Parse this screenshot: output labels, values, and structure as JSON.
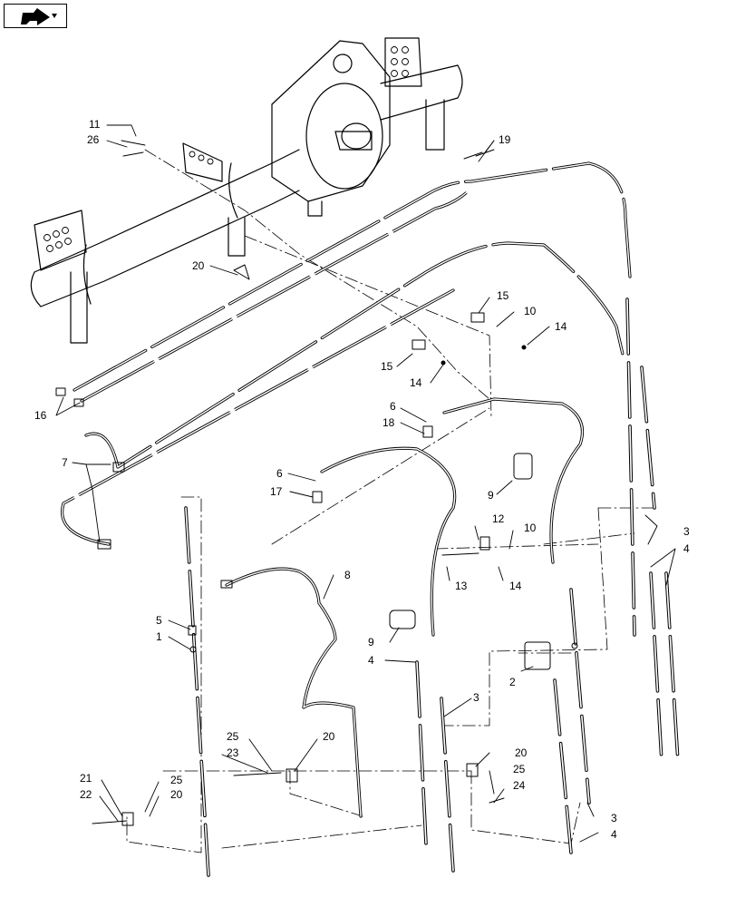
{
  "nav": {
    "icon": "return-arrow-icon"
  },
  "callouts": {
    "c1": "1",
    "c2": "2",
    "c3a": "3",
    "c3b": "3",
    "c3c": "3",
    "c4a": "4",
    "c4b": "4",
    "c4c": "4",
    "c5": "5",
    "c6a": "6",
    "c6b": "6",
    "c7": "7",
    "c8": "8",
    "c9a": "9",
    "c9b": "9",
    "c10a": "10",
    "c10b": "10",
    "c11": "11",
    "c12": "12",
    "c13": "13",
    "c14a": "14",
    "c14b": "14",
    "c14c": "14",
    "c15a": "15",
    "c15b": "15",
    "c16": "16",
    "c17": "17",
    "c18": "18",
    "c19": "19",
    "c20a": "20",
    "c20b": "20",
    "c20c": "20",
    "c20d": "20",
    "c21": "21",
    "c22": "22",
    "c23": "23",
    "c24": "24",
    "c25a": "25",
    "c25b": "25",
    "c25c": "25",
    "c26": "26"
  }
}
